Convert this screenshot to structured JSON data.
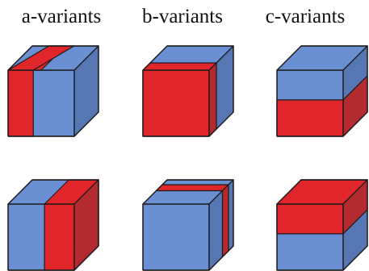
{
  "headers": {
    "a": "a-variants",
    "b": "b-variants",
    "c": "c-variants"
  },
  "colors": {
    "blue": "#6a8fd3",
    "blue_side": "#5677b3",
    "red": "#e0262b",
    "red_side": "#b32a30",
    "outline": "#1a1a1a"
  },
  "cubes": [
    {
      "name": "cube-a-top",
      "variant": "a",
      "row": "top",
      "stripe": "vertical-left"
    },
    {
      "name": "cube-b-top",
      "variant": "b",
      "row": "top",
      "stripe": "front-face"
    },
    {
      "name": "cube-c-top",
      "variant": "c",
      "row": "top",
      "stripe": "horizontal-bottom"
    },
    {
      "name": "cube-a-bottom",
      "variant": "a",
      "row": "bottom",
      "stripe": "vertical-right"
    },
    {
      "name": "cube-b-bottom",
      "variant": "b",
      "row": "bottom",
      "stripe": "back-slab"
    },
    {
      "name": "cube-c-bottom",
      "variant": "c",
      "row": "bottom",
      "stripe": "horizontal-top"
    }
  ]
}
